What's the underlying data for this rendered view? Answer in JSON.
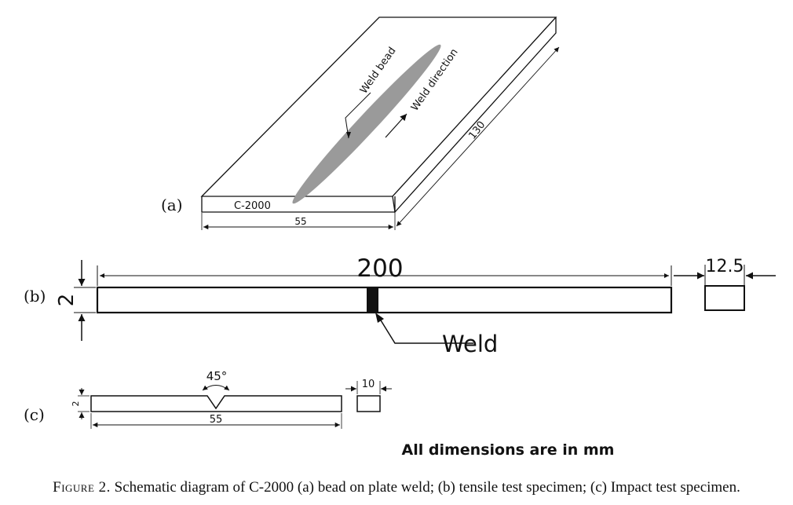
{
  "panel_a": {
    "label": "(a)",
    "plate_mark": "C-2000",
    "bead_label": "Weld bead",
    "direction_label": "Weld direction",
    "width_dim": "55",
    "length_dim": "130"
  },
  "panel_b": {
    "label": "(b)",
    "length_dim": "200",
    "thickness_dim": "2",
    "width_dim": "12.5",
    "weld_label": "Weld"
  },
  "panel_c": {
    "label": "(c)",
    "angle_dim": "45°",
    "length_dim": "55",
    "thickness_dim": "2",
    "width_dim": "10"
  },
  "note": "All dimensions are in mm",
  "caption": {
    "figure_label": "Figure 2.",
    "text": "Schematic diagram of C-2000 (a) bead on plate weld; (b) tensile test specimen; (c) Impact test specimen."
  }
}
